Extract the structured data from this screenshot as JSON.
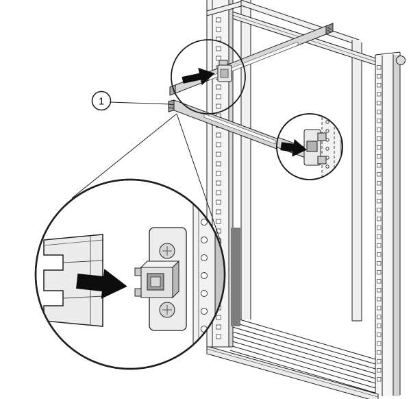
{
  "figure": {
    "type": "technical-line-illustration",
    "alt": "Slide rail being inserted into a server rack; callout circles magnify the front attachment point, the rear bracket, and the rail end engaging the mounting clip on the rack post.",
    "callout_label": {
      "number": "1",
      "points_to": "slide rail"
    },
    "colors": {
      "line": "#1f1f1f",
      "arrow": "#0d0d0d",
      "background": "#ffffff",
      "metal_light": "#ececec",
      "metal_mid": "#d7d7d7",
      "shadow_dark": "#7d7d7d"
    }
  }
}
